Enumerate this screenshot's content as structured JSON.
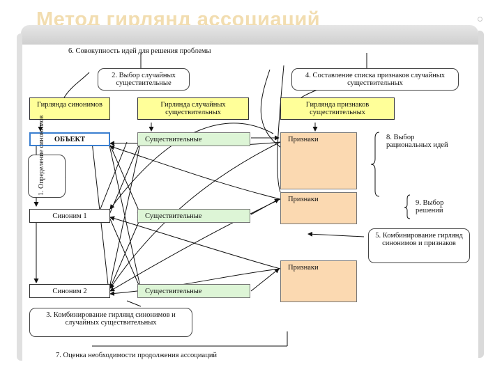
{
  "slide": {
    "title": "Метод гирлянд ассоциаций"
  },
  "diagram": {
    "step6": "6. Совокупность идей для решения проблемы",
    "step2": "2. Выбор случайных существительные",
    "step4": "4. Составление списка признаков случайных существительных",
    "garland_synonyms": "Гирлянда синонимов",
    "garland_random": "Гирлянда случайных существительных",
    "garland_features": "Гирлянда признаков существительных",
    "object": "ОБЪЕКТ",
    "step1": "1. Определение синонимов",
    "synonym1": "Синоним 1",
    "synonym2": "Синоним 2",
    "noun_row1": "Существительные",
    "noun_row2": "Существительные",
    "noun_row3": "Существительные",
    "features_1": "Признаки",
    "features_2": "Признаки",
    "features_3": "Признаки",
    "step8": "8. Выбор рациональных идей",
    "step9": "9. Выбор решений",
    "step5": "5. Комбинирование гирлянд синонимов и признаков",
    "step3": "3. Комбинирование гирлянд синонимов и случайных существительных",
    "step7": "7. Оценка необходимости продолжения ассоциаций"
  },
  "colors": {
    "title": "#f2ddb0",
    "yellow_box": "#ffff99",
    "green_box": "#ddf5d6",
    "orange_box": "#fbd9b1",
    "object_border": "#3a7fd0"
  }
}
